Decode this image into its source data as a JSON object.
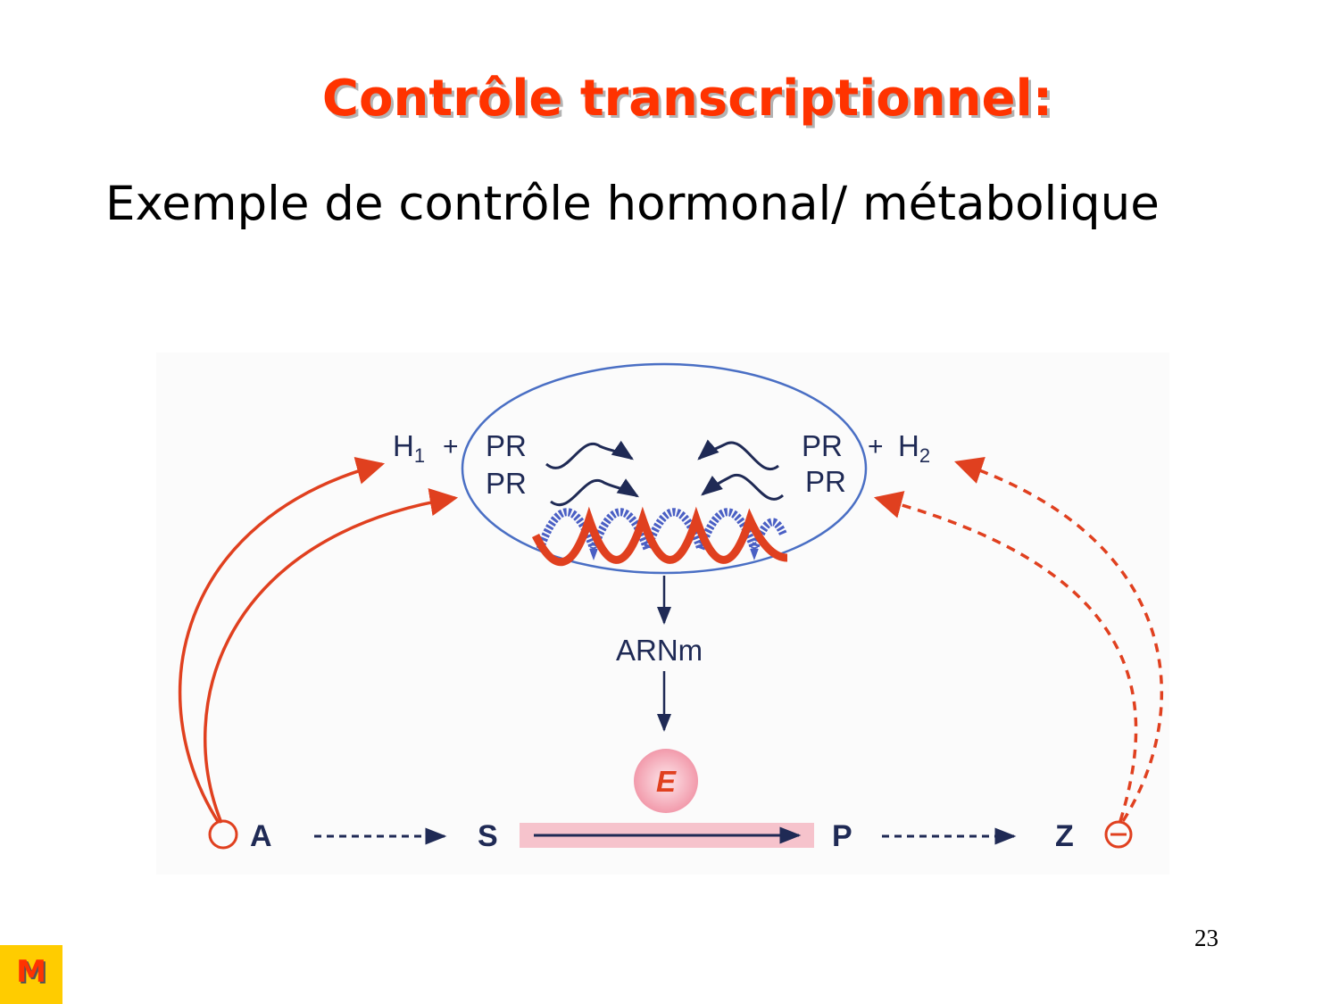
{
  "slide": {
    "title": "Contrôle transcriptionnel:",
    "subtitle": "Exemple de contrôle hormonal/ métabolique",
    "page_number": "23",
    "logo_letter": "M"
  },
  "diagram": {
    "hormone_left": "H",
    "hormone_left_sub": "1",
    "hormone_right": "H",
    "hormone_right_sub": "2",
    "plus_sign": "+",
    "receptor": "PR",
    "mrna": "ARNm",
    "enzyme": "E",
    "pathway": {
      "a": "A",
      "s": "S",
      "p": "P",
      "z": "Z"
    },
    "inhibitor_symbol": "⊖"
  },
  "colors": {
    "title": "#ff3300",
    "activation_arrow": "#e0401f",
    "nucleus_outline": "#4a6fc4",
    "dna_red": "#e0401f",
    "dna_blue": "#4a5fc4",
    "enzyme_fill": "#f7c6cf",
    "reaction_band": "#f6c3cc",
    "logo_bg": "#ffcc00"
  }
}
